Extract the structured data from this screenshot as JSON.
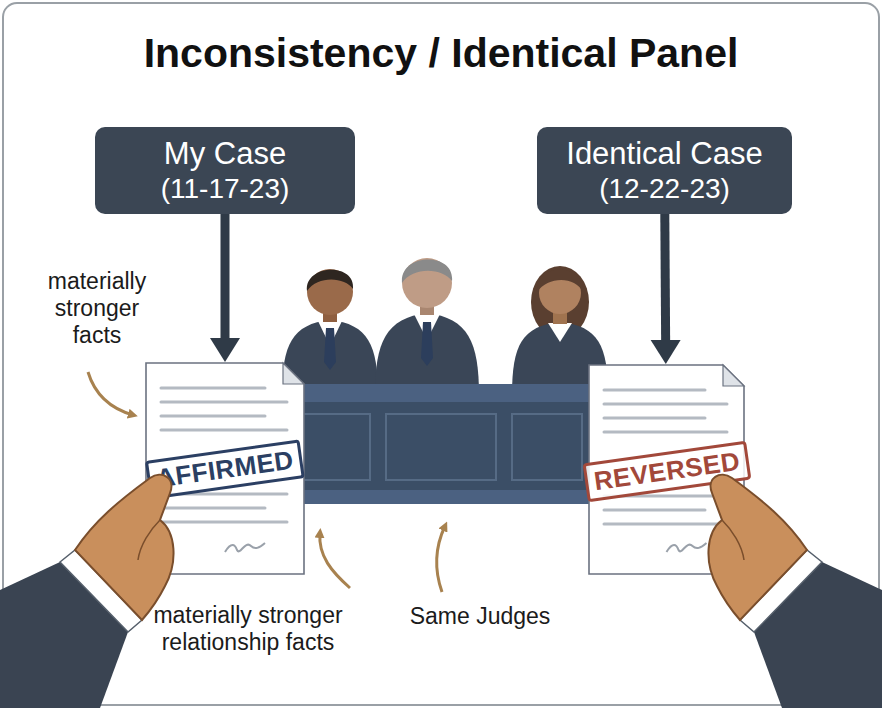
{
  "diagram": {
    "title": "Inconsistency / Identical Panel",
    "nodes": [
      {
        "text": [
          "My Case",
          "(11-17-23)"
        ]
      },
      {
        "text": [
          "Identical Case",
          "(12-22-23)"
        ]
      },
      {
        "text": [
          "AFFIRMED"
        ]
      },
      {
        "text": [
          "REVERSED"
        ]
      }
    ],
    "edges": [
      {
        "from": 0,
        "to": 2,
        "arrow": "to"
      },
      {
        "from": 1,
        "to": 3,
        "arrow": "to"
      }
    ],
    "labels": [
      "materially stronger facts",
      "materially stronger relationship facts",
      "Same Judges"
    ]
  }
}
